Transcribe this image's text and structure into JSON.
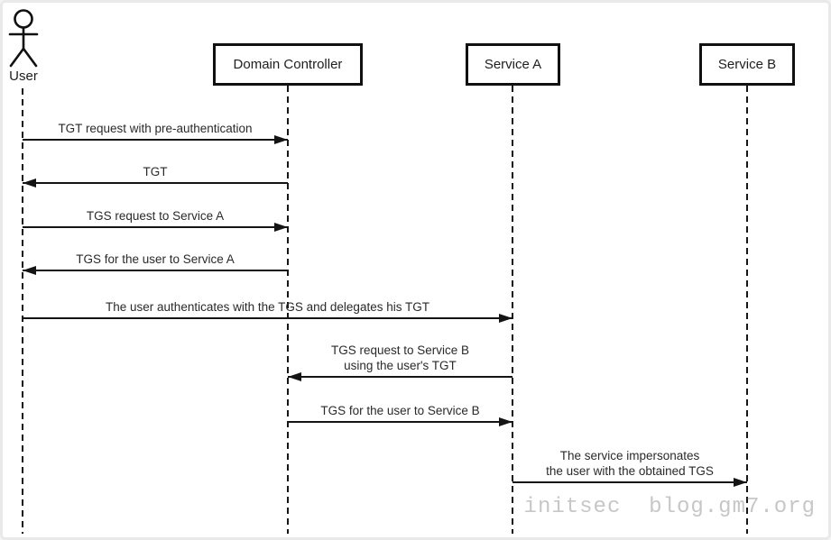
{
  "diagram": {
    "type": "sequence",
    "actors": [
      {
        "name": "User",
        "kind": "actor"
      },
      {
        "name": "Domain Controller",
        "kind": "participant"
      },
      {
        "name": "Service A",
        "kind": "participant"
      },
      {
        "name": "Service B",
        "kind": "participant"
      }
    ],
    "messages": [
      {
        "from": "User",
        "to": "Domain Controller",
        "direction": "right",
        "text": "TGT request with pre-authentication"
      },
      {
        "from": "Domain Controller",
        "to": "User",
        "direction": "left",
        "text": "TGT"
      },
      {
        "from": "User",
        "to": "Domain Controller",
        "direction": "right",
        "text": "TGS request to Service A"
      },
      {
        "from": "Domain Controller",
        "to": "User",
        "direction": "left",
        "text": "TGS for the user to Service A"
      },
      {
        "from": "User",
        "to": "Service A",
        "direction": "right",
        "text": "The user authenticates with the TGS and delegates his TGT"
      },
      {
        "from": "Service A",
        "to": "Domain Controller",
        "direction": "left",
        "text": "TGS request to Service B\nusing the user's TGT"
      },
      {
        "from": "Domain Controller",
        "to": "Service A",
        "direction": "right",
        "text": "TGS for the user to Service B"
      },
      {
        "from": "Service A",
        "to": "Service B",
        "direction": "right",
        "text": "The service impersonates\nthe user with the obtained TGS"
      }
    ],
    "watermark": "initsec  blog.gm7.org",
    "colors": {
      "line": "#141414",
      "text": "#2a2a2a",
      "watermark": "#c7c7c7",
      "background": "#ffffff",
      "frame": "#e9e9e9"
    }
  }
}
